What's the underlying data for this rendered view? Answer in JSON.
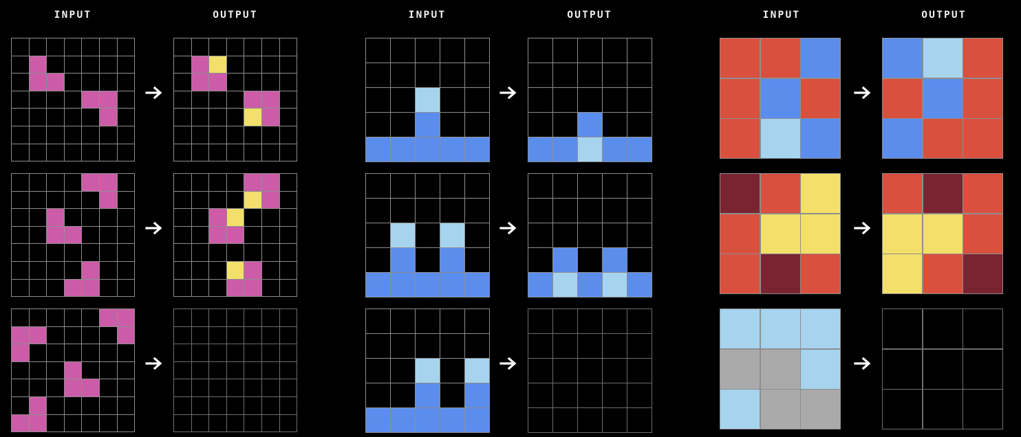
{
  "page": {
    "background": "#000000",
    "grid_line_color": "#8e8e8e",
    "empty_grid_line_color": "#6e6e6e",
    "arrow_icon": "right-arrow-icon",
    "arrow_color": "#ffffff"
  },
  "palette": {
    "black": "#000000",
    "pink": "#cc5ca8",
    "yellow": "#f2e06a",
    "blue": "#5b8ded",
    "lightblue": "#a6d4ef",
    "red": "#d9503f",
    "darkred": "#7a2432",
    "gray": "#abaaaa"
  },
  "headers": {
    "input": "INPUT",
    "output": "OUTPUT"
  },
  "puzzles": [
    {
      "id": "puzzle-1",
      "grid_size": 7,
      "pairs": [
        {
          "input": [
            [
              "black",
              "black",
              "black",
              "black",
              "black",
              "black",
              "black"
            ],
            [
              "black",
              "pink",
              "black",
              "black",
              "black",
              "black",
              "black"
            ],
            [
              "black",
              "pink",
              "pink",
              "black",
              "black",
              "black",
              "black"
            ],
            [
              "black",
              "black",
              "black",
              "black",
              "pink",
              "pink",
              "black"
            ],
            [
              "black",
              "black",
              "black",
              "black",
              "black",
              "pink",
              "black"
            ],
            [
              "black",
              "black",
              "black",
              "black",
              "black",
              "black",
              "black"
            ],
            [
              "black",
              "black",
              "black",
              "black",
              "black",
              "black",
              "black"
            ]
          ],
          "output": [
            [
              "black",
              "black",
              "black",
              "black",
              "black",
              "black",
              "black"
            ],
            [
              "black",
              "pink",
              "yellow",
              "black",
              "black",
              "black",
              "black"
            ],
            [
              "black",
              "pink",
              "pink",
              "black",
              "black",
              "black",
              "black"
            ],
            [
              "black",
              "black",
              "black",
              "black",
              "pink",
              "pink",
              "black"
            ],
            [
              "black",
              "black",
              "black",
              "black",
              "yellow",
              "pink",
              "black"
            ],
            [
              "black",
              "black",
              "black",
              "black",
              "black",
              "black",
              "black"
            ],
            [
              "black",
              "black",
              "black",
              "black",
              "black",
              "black",
              "black"
            ]
          ]
        },
        {
          "input": [
            [
              "black",
              "black",
              "black",
              "black",
              "pink",
              "pink",
              "black"
            ],
            [
              "black",
              "black",
              "black",
              "black",
              "black",
              "pink",
              "black"
            ],
            [
              "black",
              "black",
              "pink",
              "black",
              "black",
              "black",
              "black"
            ],
            [
              "black",
              "black",
              "pink",
              "pink",
              "black",
              "black",
              "black"
            ],
            [
              "black",
              "black",
              "black",
              "black",
              "black",
              "black",
              "black"
            ],
            [
              "black",
              "black",
              "black",
              "black",
              "pink",
              "black",
              "black"
            ],
            [
              "black",
              "black",
              "black",
              "pink",
              "pink",
              "black",
              "black"
            ]
          ],
          "output": [
            [
              "black",
              "black",
              "black",
              "black",
              "pink",
              "pink",
              "black"
            ],
            [
              "black",
              "black",
              "black",
              "black",
              "yellow",
              "pink",
              "black"
            ],
            [
              "black",
              "black",
              "pink",
              "yellow",
              "black",
              "black",
              "black"
            ],
            [
              "black",
              "black",
              "pink",
              "pink",
              "black",
              "black",
              "black"
            ],
            [
              "black",
              "black",
              "black",
              "black",
              "black",
              "black",
              "black"
            ],
            [
              "black",
              "black",
              "black",
              "yellow",
              "pink",
              "black",
              "black"
            ],
            [
              "black",
              "black",
              "black",
              "pink",
              "pink",
              "black",
              "black"
            ]
          ]
        },
        {
          "input": [
            [
              "black",
              "black",
              "black",
              "black",
              "black",
              "pink",
              "pink"
            ],
            [
              "pink",
              "pink",
              "black",
              "black",
              "black",
              "black",
              "pink"
            ],
            [
              "pink",
              "black",
              "black",
              "black",
              "black",
              "black",
              "black"
            ],
            [
              "black",
              "black",
              "black",
              "pink",
              "black",
              "black",
              "black"
            ],
            [
              "black",
              "black",
              "black",
              "pink",
              "pink",
              "black",
              "black"
            ],
            [
              "black",
              "pink",
              "black",
              "black",
              "black",
              "black",
              "black"
            ],
            [
              "pink",
              "pink",
              "black",
              "black",
              "black",
              "black",
              "black"
            ]
          ],
          "output": [
            [
              "black",
              "black",
              "black",
              "black",
              "black",
              "black",
              "black"
            ],
            [
              "black",
              "black",
              "black",
              "black",
              "black",
              "black",
              "black"
            ],
            [
              "black",
              "black",
              "black",
              "black",
              "black",
              "black",
              "black"
            ],
            [
              "black",
              "black",
              "black",
              "black",
              "black",
              "black",
              "black"
            ],
            [
              "black",
              "black",
              "black",
              "black",
              "black",
              "black",
              "black"
            ],
            [
              "black",
              "black",
              "black",
              "black",
              "black",
              "black",
              "black"
            ],
            [
              "black",
              "black",
              "black",
              "black",
              "black",
              "black",
              "black"
            ]
          ],
          "output_empty": true
        }
      ]
    },
    {
      "id": "puzzle-2",
      "grid_size": 5,
      "pairs": [
        {
          "input": [
            [
              "black",
              "black",
              "black",
              "black",
              "black"
            ],
            [
              "black",
              "black",
              "black",
              "black",
              "black"
            ],
            [
              "black",
              "black",
              "lightblue",
              "black",
              "black"
            ],
            [
              "black",
              "black",
              "blue",
              "black",
              "black"
            ],
            [
              "blue",
              "blue",
              "blue",
              "blue",
              "blue"
            ]
          ],
          "output": [
            [
              "black",
              "black",
              "black",
              "black",
              "black"
            ],
            [
              "black",
              "black",
              "black",
              "black",
              "black"
            ],
            [
              "black",
              "black",
              "black",
              "black",
              "black"
            ],
            [
              "black",
              "black",
              "blue",
              "black",
              "black"
            ],
            [
              "blue",
              "blue",
              "lightblue",
              "blue",
              "blue"
            ]
          ]
        },
        {
          "input": [
            [
              "black",
              "black",
              "black",
              "black",
              "black"
            ],
            [
              "black",
              "black",
              "black",
              "black",
              "black"
            ],
            [
              "black",
              "lightblue",
              "black",
              "lightblue",
              "black"
            ],
            [
              "black",
              "blue",
              "black",
              "blue",
              "black"
            ],
            [
              "blue",
              "blue",
              "blue",
              "blue",
              "blue"
            ]
          ],
          "output": [
            [
              "black",
              "black",
              "black",
              "black",
              "black"
            ],
            [
              "black",
              "black",
              "black",
              "black",
              "black"
            ],
            [
              "black",
              "black",
              "black",
              "black",
              "black"
            ],
            [
              "black",
              "blue",
              "black",
              "blue",
              "black"
            ],
            [
              "blue",
              "lightblue",
              "blue",
              "lightblue",
              "blue"
            ]
          ]
        },
        {
          "input": [
            [
              "black",
              "black",
              "black",
              "black",
              "black"
            ],
            [
              "black",
              "black",
              "black",
              "black",
              "black"
            ],
            [
              "black",
              "black",
              "lightblue",
              "black",
              "lightblue"
            ],
            [
              "black",
              "black",
              "blue",
              "black",
              "blue"
            ],
            [
              "blue",
              "blue",
              "blue",
              "blue",
              "blue"
            ]
          ],
          "output": [
            [
              "black",
              "black",
              "black",
              "black",
              "black"
            ],
            [
              "black",
              "black",
              "black",
              "black",
              "black"
            ],
            [
              "black",
              "black",
              "black",
              "black",
              "black"
            ],
            [
              "black",
              "black",
              "black",
              "black",
              "black"
            ],
            [
              "black",
              "black",
              "black",
              "black",
              "black"
            ]
          ],
          "output_empty": true
        }
      ]
    },
    {
      "id": "puzzle-3",
      "grid_size": 3,
      "pairs": [
        {
          "input": [
            [
              "red",
              "red",
              "blue"
            ],
            [
              "red",
              "blue",
              "red"
            ],
            [
              "red",
              "lightblue",
              "blue"
            ]
          ],
          "output": [
            [
              "blue",
              "lightblue",
              "red"
            ],
            [
              "red",
              "blue",
              "red"
            ],
            [
              "blue",
              "red",
              "red"
            ]
          ]
        },
        {
          "input": [
            [
              "darkred",
              "red",
              "yellow"
            ],
            [
              "red",
              "yellow",
              "yellow"
            ],
            [
              "red",
              "darkred",
              "red"
            ]
          ],
          "output": [
            [
              "red",
              "darkred",
              "red"
            ],
            [
              "yellow",
              "yellow",
              "red"
            ],
            [
              "yellow",
              "red",
              "darkred"
            ]
          ]
        },
        {
          "input": [
            [
              "lightblue",
              "lightblue",
              "lightblue"
            ],
            [
              "gray",
              "gray",
              "lightblue"
            ],
            [
              "lightblue",
              "gray",
              "gray"
            ]
          ],
          "output": [
            [
              "black",
              "black",
              "black"
            ],
            [
              "black",
              "black",
              "black"
            ],
            [
              "black",
              "black",
              "black"
            ]
          ],
          "output_empty": true
        }
      ]
    }
  ]
}
